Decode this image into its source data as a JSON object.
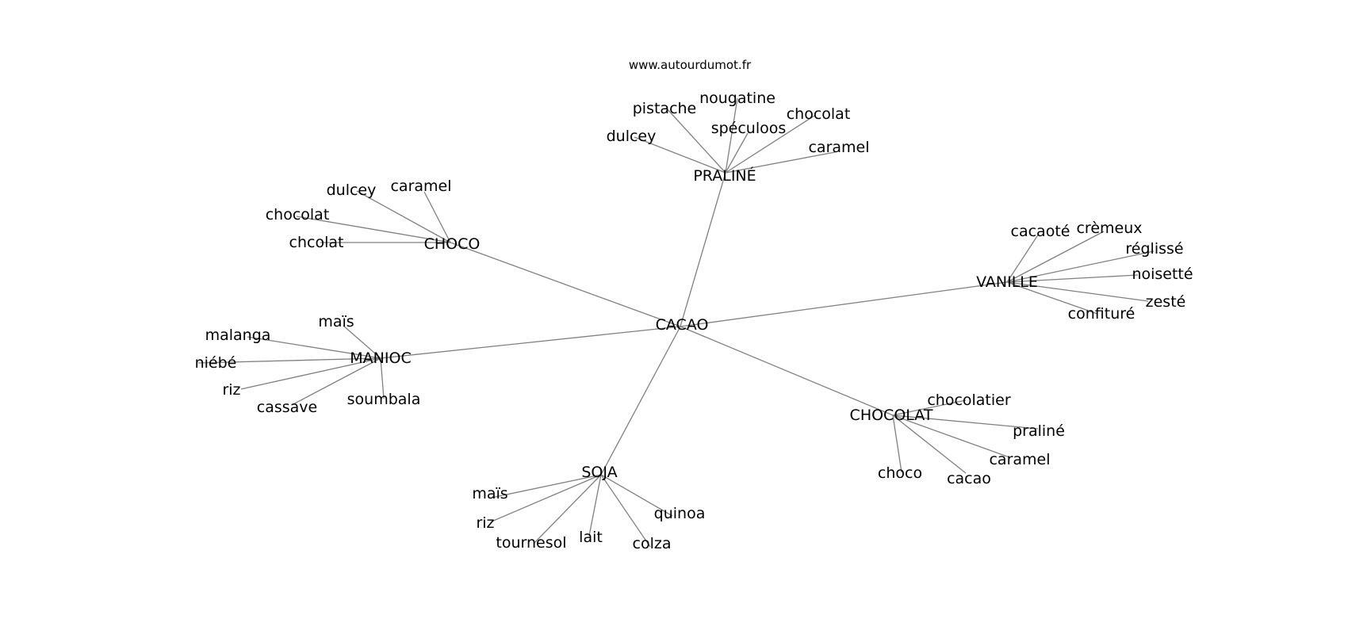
{
  "source": "www.autourdumot.fr",
  "colors": {
    "edge": "#808080",
    "text": "#000000",
    "background": "#ffffff"
  },
  "graph": {
    "center": "CACAO",
    "hubs": [
      {
        "id": "praline",
        "label": "PRALINÉ",
        "leaves": [
          "pistache",
          "nougatine",
          "chocolat",
          "spéculoos",
          "dulcey",
          "caramel"
        ]
      },
      {
        "id": "choco",
        "label": "CHOCO",
        "leaves": [
          "dulcey",
          "caramel",
          "chocolat",
          "chcolat"
        ]
      },
      {
        "id": "vanille",
        "label": "VANILLE",
        "leaves": [
          "cacaoté",
          "crèmeux",
          "réglissé",
          "noisetté",
          "zesté",
          "confituré"
        ]
      },
      {
        "id": "manioc",
        "label": "MANIOC",
        "leaves": [
          "maïs",
          "malanga",
          "niébé",
          "riz",
          "cassave",
          "soumbala"
        ]
      },
      {
        "id": "chocolat",
        "label": "CHOCOLAT",
        "leaves": [
          "chocolatier",
          "praliné",
          "caramel",
          "choco",
          "cacao"
        ]
      },
      {
        "id": "soja",
        "label": "SOJA",
        "leaves": [
          "maïs",
          "riz",
          "quinoa",
          "tournesol",
          "lait",
          "colza"
        ]
      }
    ]
  }
}
